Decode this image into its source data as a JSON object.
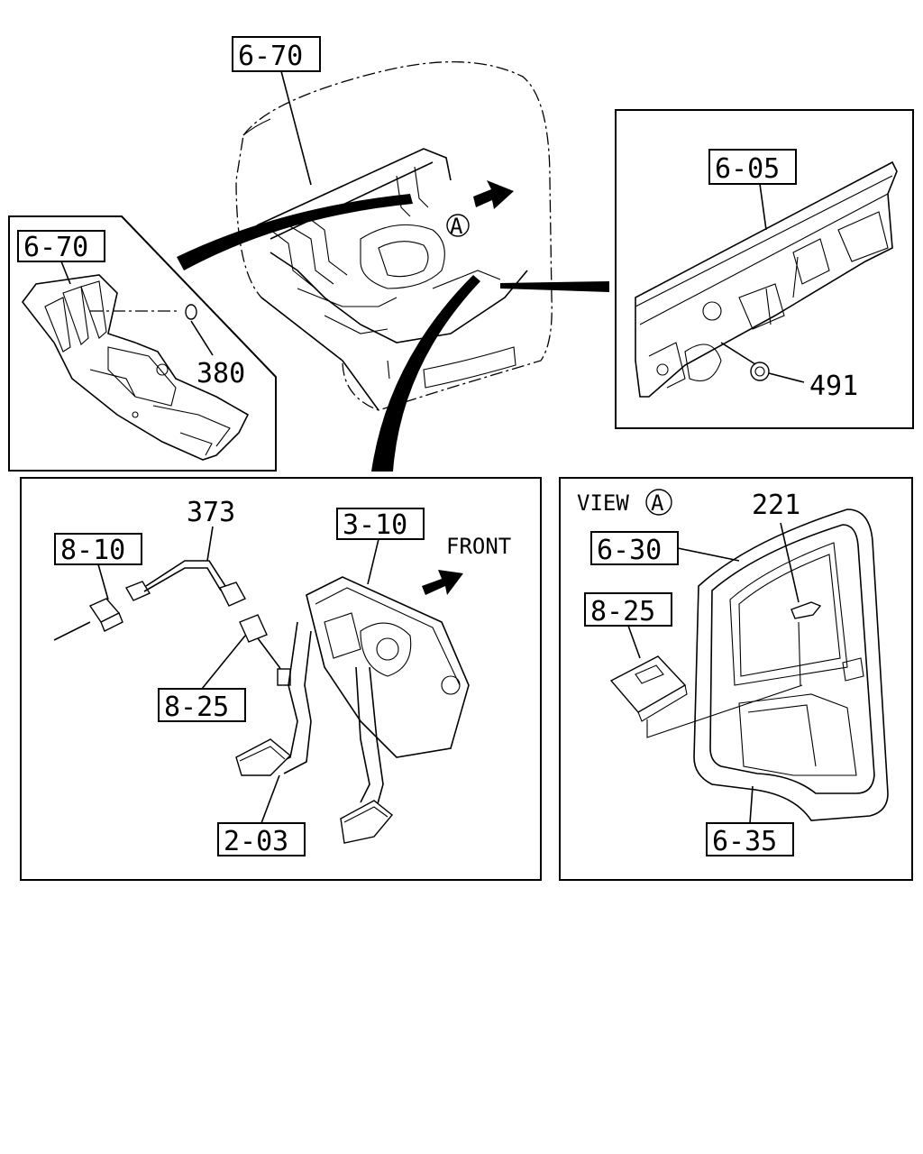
{
  "callouts": {
    "c670_top": "6-70",
    "c670_left": "6-70",
    "c605": "6-05",
    "c810": "8-10",
    "c310": "3-10",
    "c825_left": "8-25",
    "c203": "2-03",
    "c630": "6-30",
    "c825_right": "8-25",
    "c635": "6-35"
  },
  "numbers": {
    "n380": "380",
    "n491": "491",
    "n373": "373",
    "n221": "221"
  },
  "annotations": {
    "front": "FRONT",
    "view_word": "VIEW",
    "view_letter": "A",
    "marker_letter": "A"
  }
}
